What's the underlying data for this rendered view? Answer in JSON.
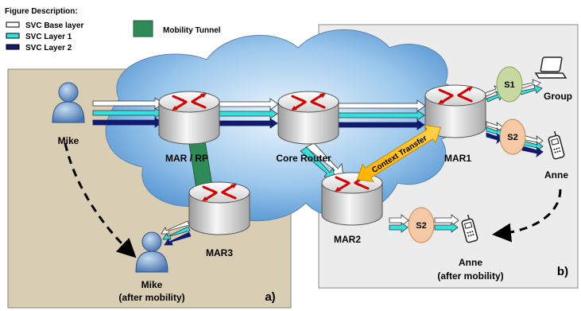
{
  "legend": {
    "title": "Figure Description:",
    "items": [
      {
        "label": "SVC Base layer",
        "color": "#ffffff"
      },
      {
        "label": "SVC Layer 1",
        "color": "#33e0e0"
      },
      {
        "label": "SVC Layer 2",
        "color": "#121a6e"
      }
    ],
    "tunnel_label": "Mobility Tunnel",
    "tunnel_color": "#2e8b57"
  },
  "panels": {
    "left_label": "a)",
    "right_label": "b)"
  },
  "routers": {
    "mar_rp": "MAR / RP",
    "core": "Core Router",
    "mar1": "MAR1",
    "mar2": "MAR2",
    "mar3": "MAR3"
  },
  "users": {
    "mike": "Mike",
    "mike_after_line1": "Mike",
    "mike_after_line2": "(after mobility)",
    "group": "Group",
    "anne": "Anne",
    "anne_after_line1": "Anne",
    "anne_after_line2": "(after mobility)"
  },
  "streams": {
    "s1": "S1",
    "s2_top": "S2",
    "s2_bottom": "S2"
  },
  "context_transfer": "Context Transfer"
}
